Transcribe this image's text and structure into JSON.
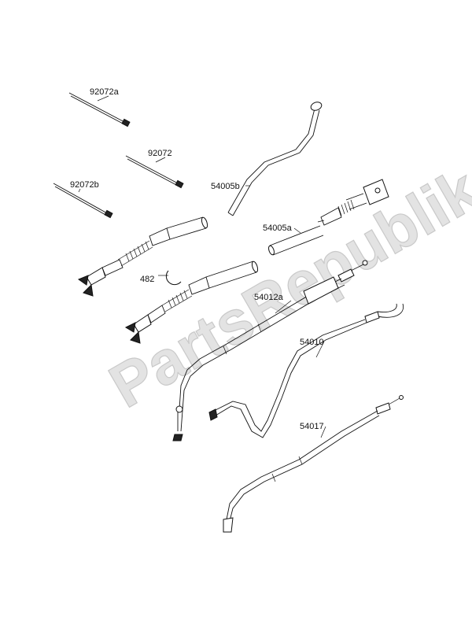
{
  "watermark": "PartsRepublik",
  "parts": [
    {
      "id": "p92072a",
      "label": "92072a"
    },
    {
      "id": "p92072",
      "label": "92072"
    },
    {
      "id": "p92072b",
      "label": "92072b"
    },
    {
      "id": "p54005b",
      "label": "54005b"
    },
    {
      "id": "p54005a",
      "label": "54005a"
    },
    {
      "id": "p482",
      "label": "482"
    },
    {
      "id": "p54012a",
      "label": "54012a"
    },
    {
      "id": "p54010",
      "label": "54010"
    },
    {
      "id": "p54017",
      "label": "54017"
    }
  ]
}
